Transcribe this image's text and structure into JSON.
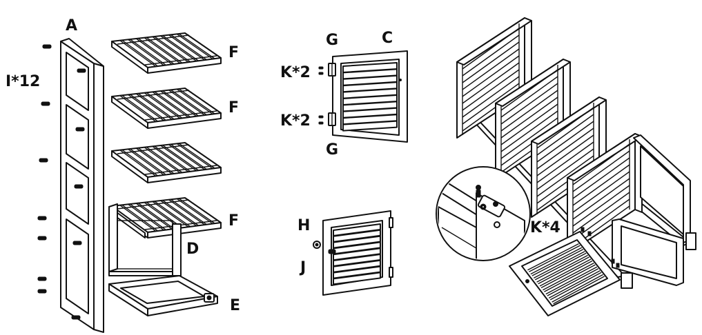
{
  "labels": {
    "a": "A",
    "i12": "I*12",
    "f1": "F",
    "f2": "F",
    "f3": "F",
    "d": "D",
    "e": "E",
    "g_top": "G",
    "c": "C",
    "k2_top": "K*2",
    "k2_bottom": "K*2",
    "g_bottom": "G",
    "h": "H",
    "j": "J",
    "k4": "K*4"
  },
  "colors": {
    "line": "#111111",
    "background": "#ffffff"
  },
  "parts": [
    {
      "id": "side-frame",
      "icon": "ladder-frame-icon"
    },
    {
      "id": "slatted-shelf",
      "icon": "slatted-shelf-icon",
      "count": 4
    },
    {
      "id": "open-frame",
      "icon": "open-frame-icon"
    },
    {
      "id": "base-frame",
      "icon": "base-frame-icon"
    },
    {
      "id": "door-with-hinges",
      "icon": "louvered-door-icon"
    },
    {
      "id": "door-with-knob",
      "icon": "louvered-door-knob-icon"
    },
    {
      "id": "assembled-cabinet",
      "icon": "cabinet-assembly-icon"
    },
    {
      "id": "detail-magnifier",
      "icon": "magnifier-detail-icon"
    }
  ]
}
